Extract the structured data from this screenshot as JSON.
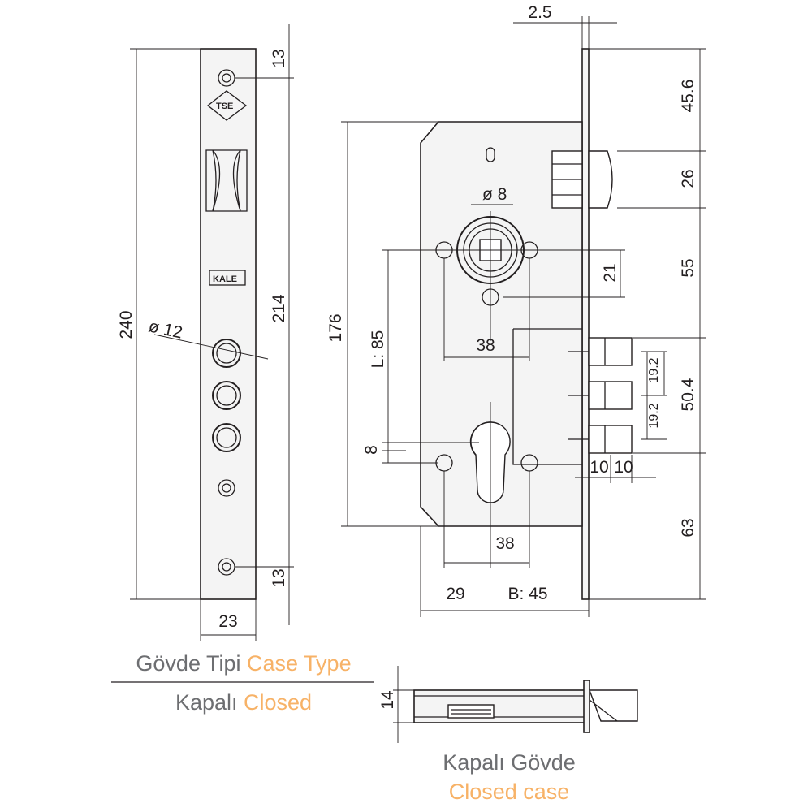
{
  "front_view": {
    "dim_total_height": "240",
    "dim_center_height": "214",
    "dim_top": "13",
    "dim_bottom": "13",
    "dim_width": "23",
    "dim_hole": "ø 12",
    "logo_tse": "TSE",
    "logo_kale": "KALE"
  },
  "side_view": {
    "dim_faceplate": "2.5",
    "dim_45_6": "45.6",
    "dim_26": "26",
    "dim_55": "55",
    "dim_50_4": "50.4",
    "dim_63": "63",
    "dim_19_2_top": "19.2",
    "dim_19_2_bottom": "19.2",
    "dim_10_left": "10",
    "dim_10_right": "10",
    "dim_176": "176",
    "dim_L": "L: 85",
    "dim_8_left": "8",
    "dim_spindle": "ø 8",
    "dim_21": "21",
    "dim_38_top": "38",
    "dim_38_bottom": "38",
    "dim_29": "29",
    "dim_B": "B: 45"
  },
  "legend": {
    "case_type_tr": "Gövde Tipi",
    "case_type_en": "Case Type",
    "closed_tr": "Kapalı",
    "closed_en": "Closed"
  },
  "top_view": {
    "dim_14": "14",
    "caption_tr": "Kapalı Gövde",
    "caption_en": "Closed case"
  }
}
